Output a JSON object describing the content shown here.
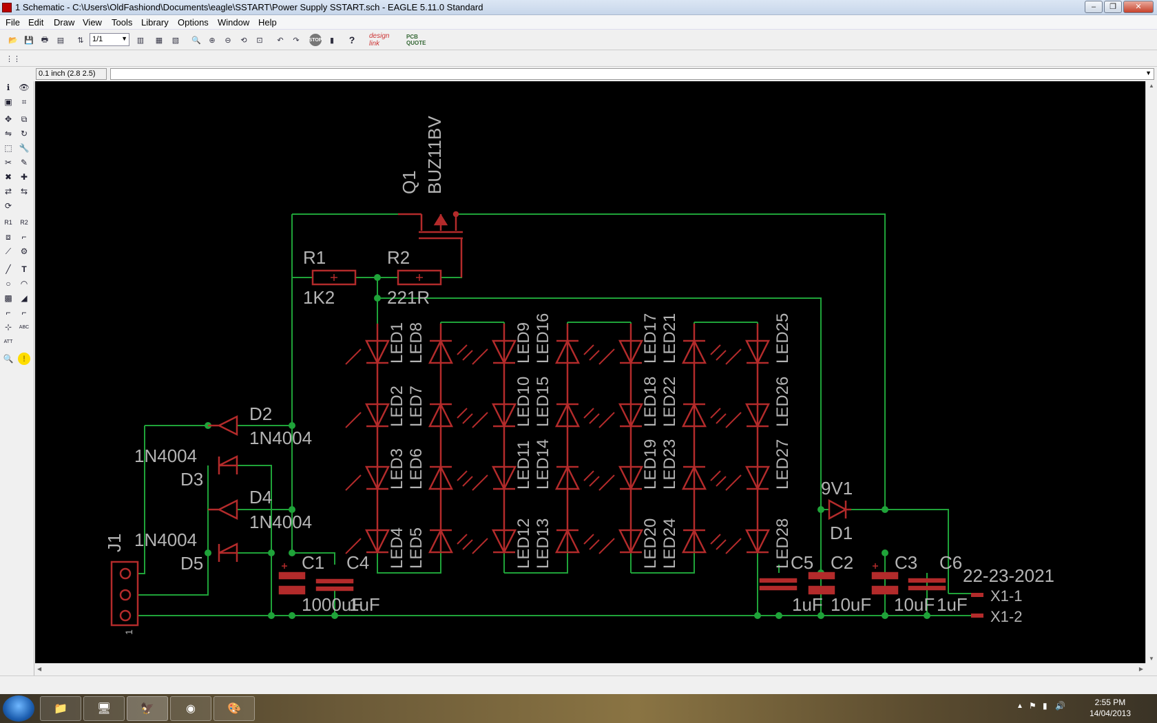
{
  "window": {
    "title": "1 Schematic - C:\\Users\\OldFashiond\\Documents\\eagle\\SSTART\\Power Supply SSTART.sch - EAGLE 5.11.0 Standard",
    "minimize": "–",
    "restore": "❐",
    "close": "✕"
  },
  "menu": [
    "File",
    "Edit",
    "Draw",
    "View",
    "Tools",
    "Library",
    "Options",
    "Window",
    "Help"
  ],
  "toolbar": {
    "sheet_select": "1/1",
    "design_link": "design link",
    "pcb_quote": "PCB QUOTE",
    "stop": "STOP",
    "help": "?"
  },
  "command": {
    "grid_readout": "0.1 inch (2.8 2.5)",
    "input_value": ""
  },
  "schematic": {
    "colors": {
      "wire": "#1fa339",
      "part": "#b32b2b",
      "text": "#b4b4b4",
      "junction": "#1fa339",
      "background": "#000000"
    },
    "labels": {
      "q1_name": "Q1",
      "q1_value": "BUZ11BV",
      "r1_name": "R1",
      "r1_value": "1K2",
      "r2_name": "R2",
      "r2_value": "221R",
      "d2_name": "D2",
      "d2_value": "1N4004",
      "d3_value": "1N4004",
      "d3_name": "D3",
      "d4_name": "D4",
      "d4_value": "1N4004",
      "d5_value": "1N4004",
      "d5_name": "D5",
      "j1_name": "J1",
      "j1_pin": "1",
      "c1_name": "C1",
      "c4_name": "C4",
      "c1_c4_value": "1000uF",
      "c4_value": "1uF",
      "led_col1_a": "LED1",
      "led_col1_b": "LED2",
      "led_col1_c": "LED3",
      "led_col1_d": "LED4",
      "led_col2_a": "LED8",
      "led_col2_b": "LED7",
      "led_col2_c": "LED6",
      "led_col2_d": "LED5",
      "led_col3_a": "LED9",
      "led_col3_b": "LED10",
      "led_col3_c": "LED11",
      "led_col3_d": "LED12",
      "led_col4_a": "LED16",
      "led_col4_b": "LED15",
      "led_col4_c": "LED14",
      "led_col4_d": "LED13",
      "led_col5_a": "LED17",
      "led_col5_b": "LED18",
      "led_col5_c": "LED19",
      "led_col5_d": "LED20",
      "led_col6_a": "LED21",
      "led_col6_b": "LED22",
      "led_col6_c": "LED23",
      "led_col6_d": "LED24",
      "led_col7_a": "LED25",
      "led_col7_b": "LED26",
      "led_col7_c": "LED27",
      "led_col7_d": "LED28",
      "zener_value": "9V1",
      "zener_name": "D1",
      "c5_name": "C5",
      "c5_value": "1uF",
      "c2_name": "C2",
      "c2_value": "10uF",
      "c3_name": "C3",
      "c3_value": "10uF",
      "c6_name": "C6",
      "c6_value": "1uF",
      "x1_name": "22-23-2021",
      "x1_pin1": "X1-1",
      "x1_pin2": "X1-2"
    }
  },
  "taskbar": {
    "clock_time": "2:55 PM",
    "clock_date": "14/04/2013"
  }
}
